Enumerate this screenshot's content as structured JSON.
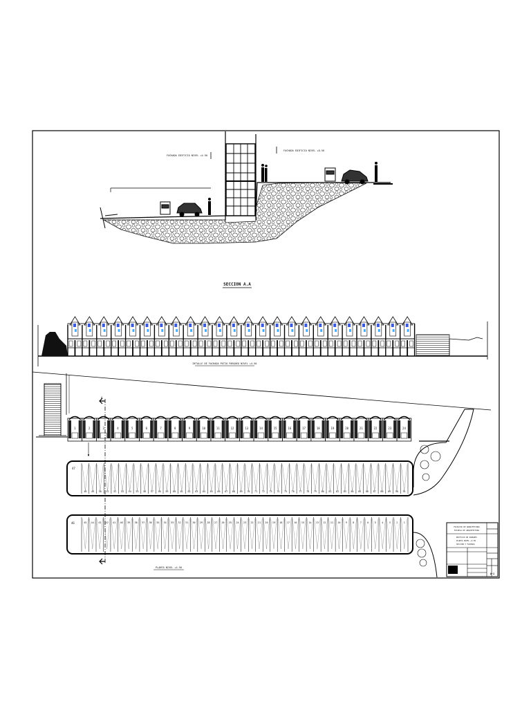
{
  "section": {
    "title": "SECCION A.A",
    "note_left": "FACHADA EDIFICIO NIVEL +4.50",
    "note_right": "FACHADA EDIFICIO NIVEL +8.50"
  },
  "elevation": {
    "caption": "DETALLE DE FACHADA PATIO PARQUEO NIVEL +4.50",
    "module_count": 24
  },
  "plan": {
    "caption": "PLANTA NIVEL +4.50",
    "cut_marker": "A",
    "top_modules": [
      "1",
      "2",
      "3",
      "4",
      "5",
      "6",
      "7",
      "8",
      "9",
      "10",
      "11",
      "12",
      "13",
      "14",
      "15",
      "16",
      "17",
      "18",
      "19",
      "20",
      "21",
      "22",
      "23",
      "24"
    ],
    "upper_row_first": "47",
    "upper_row": [
      "48",
      "49",
      "50",
      "51",
      "52",
      "53",
      "54",
      "55",
      "56",
      "57",
      "58",
      "59",
      "60",
      "61",
      "62",
      "63",
      "64",
      "65",
      "66",
      "67",
      "68",
      "69",
      "70",
      "71",
      "72",
      "73",
      "74",
      "75",
      "76",
      "77",
      "78",
      "79",
      "80",
      "81",
      "82",
      "83",
      "84",
      "85",
      "86",
      "87",
      "88",
      "89",
      "90",
      "91"
    ],
    "lower_row_first": "46",
    "lower_row": [
      "45",
      "44",
      "43",
      "42",
      "41",
      "40",
      "39",
      "38",
      "37",
      "36",
      "35",
      "34",
      "33",
      "32",
      "31",
      "30",
      "29",
      "28",
      "27",
      "26",
      "25",
      "24",
      "23",
      "22",
      "21",
      "20",
      "19",
      "18",
      "17",
      "16",
      "15",
      "14",
      "13",
      "12",
      "11",
      "10",
      "9",
      "8",
      "7",
      "6",
      "5",
      "4",
      "3",
      "2",
      "1"
    ]
  },
  "title_block": {
    "institution_1": "FACULTAD DE ARQUITECTURA",
    "institution_2": "ESCUELA DE ARQUITECTURA",
    "project_1": "EDIFICIO DE PARQUEO",
    "project_2": "PLANTA NIVEL +4.50",
    "project_3": "SECCION Y FACHADA",
    "sheet_code": "A-1"
  }
}
